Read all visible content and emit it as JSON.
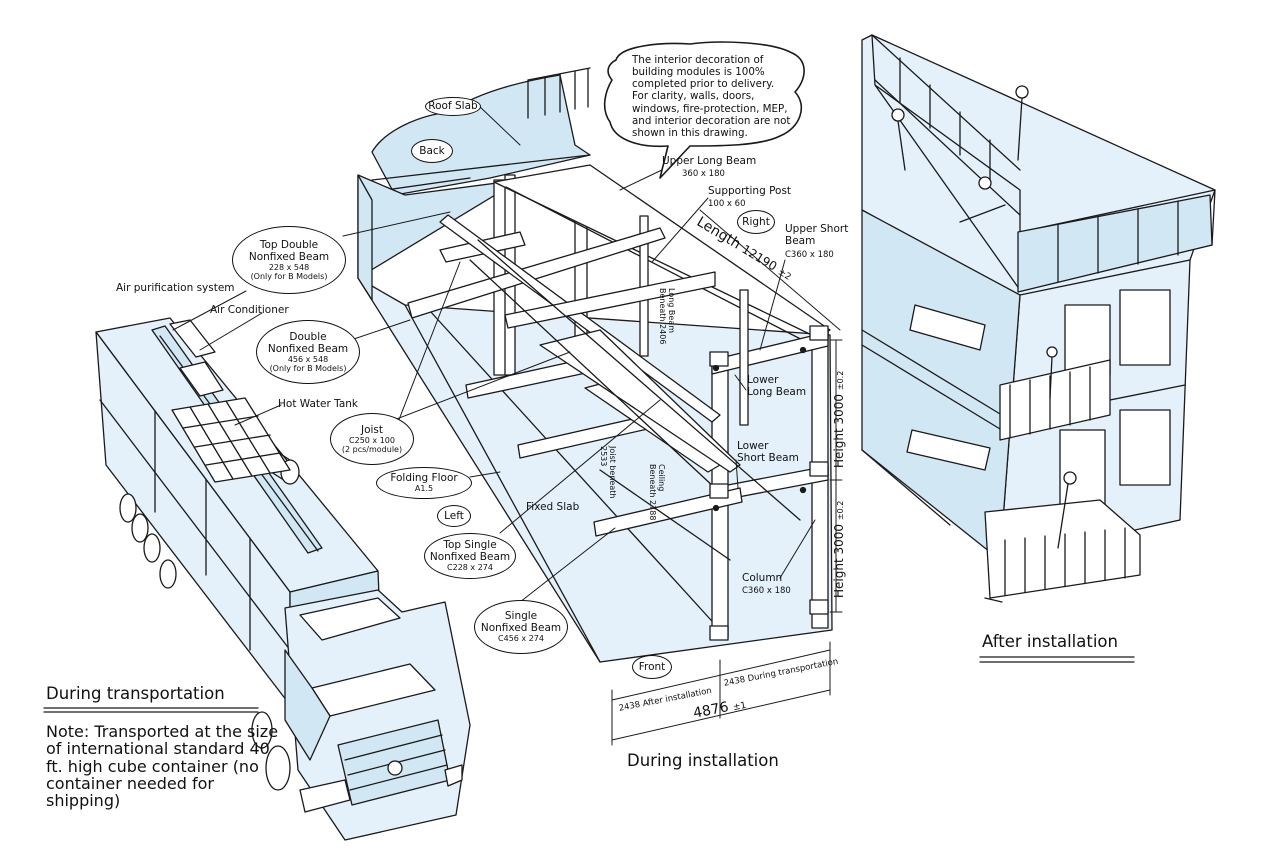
{
  "callout": {
    "text": "The interior decoration of building modules is 100% completed prior to delivery. For clarity, walls, doors, windows, fire-protection, MEP, and interior decoration are not shown in this drawing."
  },
  "ovals": {
    "roof_slab": "Roof Slab",
    "back": "Back",
    "right": "Right",
    "left": "Left",
    "front": "Front",
    "top_double": {
      "name1": "Top Double",
      "name2": "Nonfixed Beam",
      "size": "228 x 548",
      "note": "(Only for B Models)"
    },
    "double": {
      "name1": "Double",
      "name2": "Nonfixed Beam",
      "size": "456 x 548",
      "note": "(Only for B Models)"
    },
    "joist": {
      "name": "Joist",
      "size": "C250 x 100",
      "note": "(2 pcs/module)"
    },
    "folding_floor": {
      "name": "Folding Floor",
      "size": "A1.5"
    },
    "top_single": {
      "name1": "Top Single",
      "name2": "Nonfixed Beam",
      "size": "C228 x 274"
    },
    "single": {
      "name1": "Single",
      "name2": "Nonfixed Beam",
      "size": "C456 x 274"
    }
  },
  "labels": {
    "upper_long_beam": "Upper Long Beam",
    "upper_long_beam_size": "360 x 180",
    "supporting_post": "Supporting Post",
    "supporting_post_size": "100 x 60",
    "upper_short_beam_1": "Upper Short",
    "upper_short_beam_2": "Beam",
    "upper_short_beam_size": "C360 x 180",
    "lower_long_beam_1": "Lower",
    "lower_long_beam_2": "Long Beam",
    "lower_short_beam_1": "Lower",
    "lower_short_beam_2": "Short Beam",
    "fixed_slab": "Fixed Slab",
    "column": "Column",
    "column_size": "C360 x 180",
    "air_purification": "Air purification system",
    "air_conditioner": "Air Conditioner",
    "hot_water_tank": "Hot Water Tank",
    "long_beam_beneath": "Long Beam Beneath 2406",
    "joist_beneath": "Joist beneath 2533",
    "ceiling_beneath": "Ceiling Beneath 2788"
  },
  "dimensions": {
    "length_label": "Length",
    "length_value": "12190",
    "length_tol": "±2",
    "height_label": "Height",
    "height_value": "3000",
    "height_tol": "±0.2",
    "width_after": "2438 After installation",
    "width_during": "2438 During transportation",
    "width_total": "4876",
    "width_tol": "±1"
  },
  "titles": {
    "during_transportation": "During transportation",
    "during_installation": "During installation",
    "after_installation": "After installation"
  },
  "note": "Note: Transported at the size of international standard 40 ft. high cube container (no container needed for shipping)",
  "colors": {
    "line": "#1a1a1a",
    "fill_light": "#e4f1fa",
    "fill_mid": "#d2e7f4",
    "white": "#ffffff"
  }
}
